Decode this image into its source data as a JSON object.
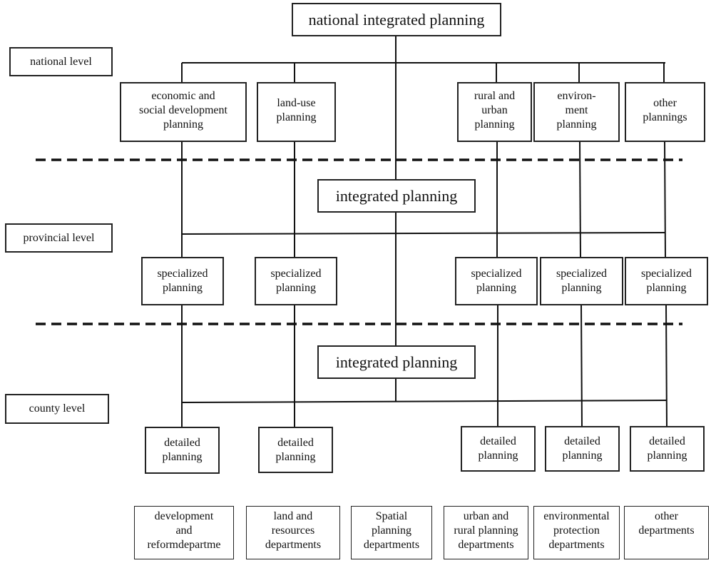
{
  "diagram": {
    "root": "national integrated planning",
    "levels": {
      "national": "national level",
      "provincial": "provincial level",
      "county": "county level"
    },
    "national_plans": [
      "economic and\nsocial development\nplanning",
      "land-use\nplanning",
      "rural and\nurban\nplanning",
      "environ-\nment\nplanning",
      "other\nplannings"
    ],
    "provincial_integrated": "integrated planning",
    "provincial_plans": [
      "specialized\nplanning",
      "specialized\nplanning",
      "specialized\nplanning",
      "specialized\nplanning",
      "specialized\nplanning"
    ],
    "county_integrated": "integrated planning",
    "county_plans": [
      "detailed\nplanning",
      "detailed\nplanning",
      "detailed\nplanning",
      "detailed\nplanning",
      "detailed\nplanning"
    ],
    "departments": [
      "development\nand\nreformdepartme",
      "land and\nresources\ndepartments",
      "Spatial\nplanning\ndepartments",
      "urban and\nrural planning\ndepartments",
      "environmental\nprotection\ndepartments",
      "other\ndepartments"
    ],
    "colors": {
      "line": "#111111",
      "box_border": "#222222",
      "background": "#ffffff"
    }
  }
}
